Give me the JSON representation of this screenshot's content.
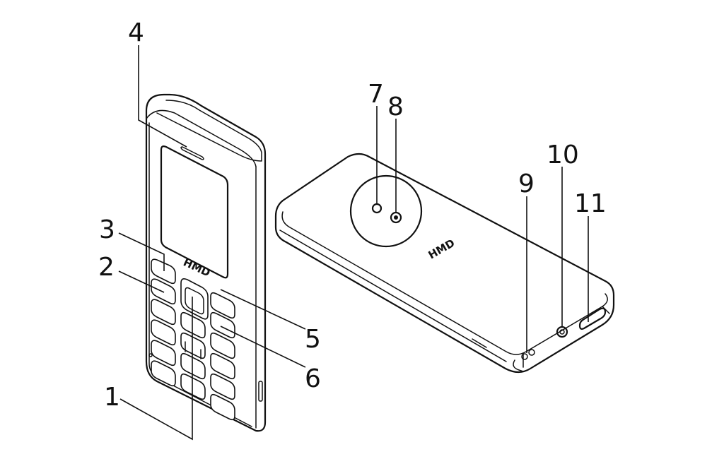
{
  "diagram": {
    "brand_logo": "HMD",
    "callouts": {
      "c1": "1",
      "c2": "2",
      "c3": "3",
      "c4": "4",
      "c5": "5",
      "c6": "6",
      "c7": "7",
      "c8": "8",
      "c9": "9",
      "c10": "10",
      "c11": "11"
    }
  },
  "colors": {
    "line": "#111111",
    "background": "#ffffff"
  }
}
